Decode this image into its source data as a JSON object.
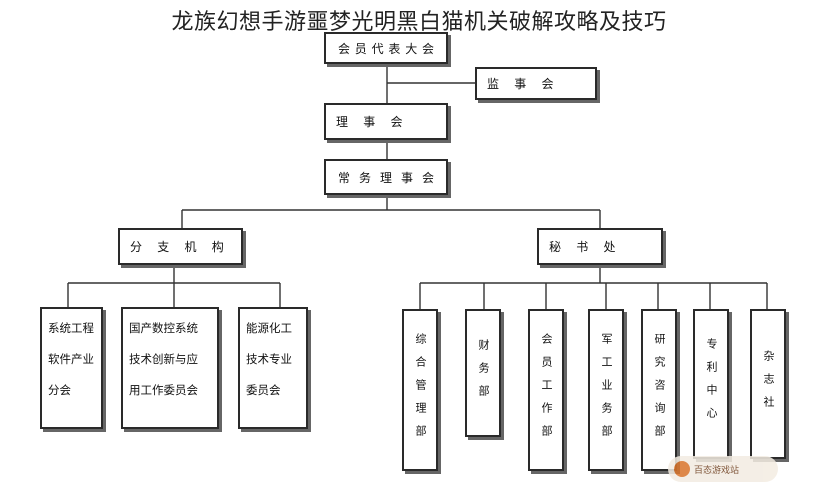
{
  "title": "龙族幻想手游噩梦光明黑白猫机关破解攻略及技巧",
  "top": {
    "assembly": "会员代表大会",
    "supervisory": "监    事    会",
    "council": "理    事    会",
    "standing": "常务理事会"
  },
  "branch": {
    "label": "分    支    机    构",
    "units": [
      "系统工程\n软件产业\n分会",
      "国产数控系统\n技术创新与应\n用工作委员会",
      "能源化工\n技术专业\n委员会"
    ]
  },
  "secretariat": {
    "label": "秘    书    处",
    "departments": [
      "综合管理部",
      "财务部",
      "会员工作部",
      "军工业务部",
      "研究咨询部",
      "专利中心",
      "杂志社"
    ]
  },
  "logo_text": "百态游戏站"
}
